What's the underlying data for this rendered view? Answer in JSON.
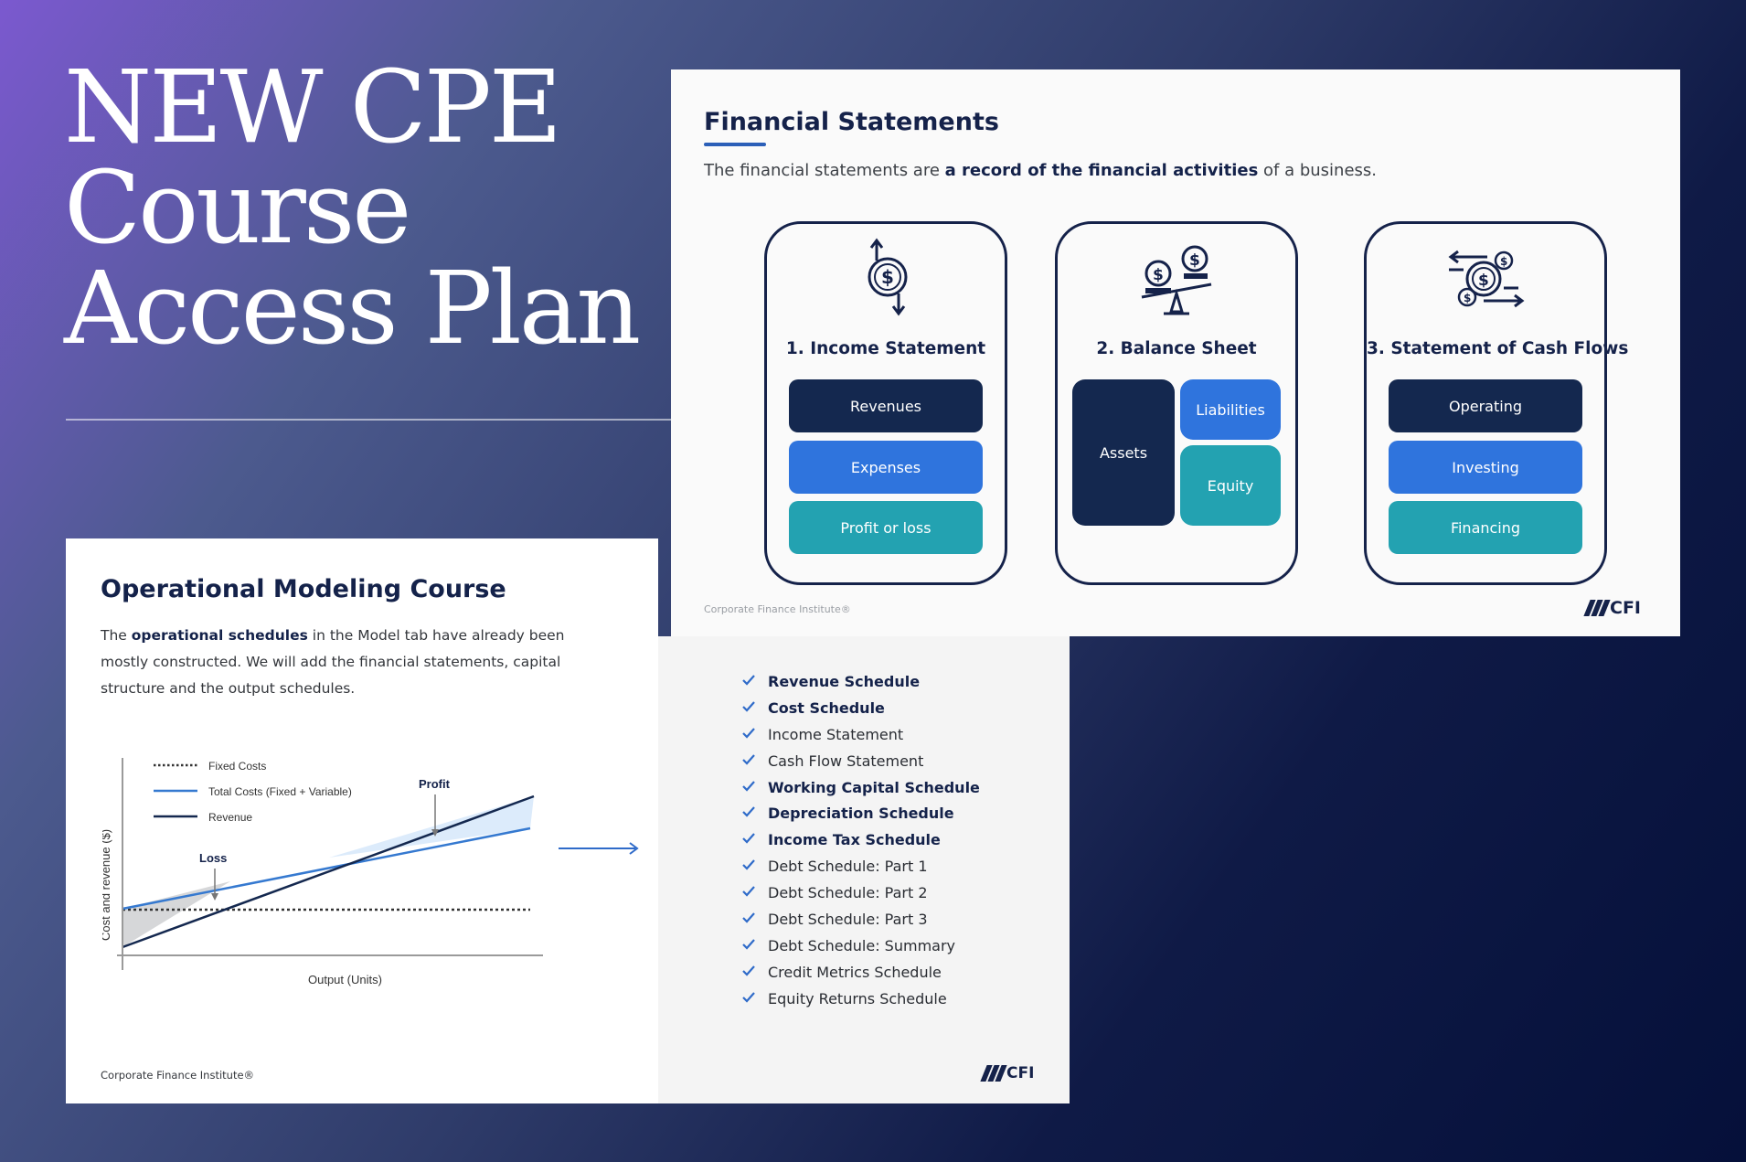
{
  "hero": {
    "title_lines": [
      "NEW CPE",
      "Course",
      "Access Plan"
    ]
  },
  "colors": {
    "navy": "#14284f",
    "blue": "#2f74dd",
    "teal": "#23a2b1",
    "text_dark": "#15224a"
  },
  "financial_statements_slide": {
    "title": "Financial Statements",
    "subtitle_pre": "The financial statements are ",
    "subtitle_bold": "a record of the financial activities",
    "subtitle_post": " of a business.",
    "cards": [
      {
        "icon": "income-updown-dollar-icon",
        "title": "1. Income Statement",
        "items": [
          "Revenues",
          "Expenses",
          "Profit or loss"
        ]
      },
      {
        "icon": "balance-scale-dollar-icon",
        "title": "2.  Balance Sheet",
        "left_item": "Assets",
        "right_items": [
          "Liabilities",
          "Equity"
        ]
      },
      {
        "icon": "cash-flow-arrows-icon",
        "title": "3. Statement of Cash Flows",
        "items": [
          "Operating",
          "Investing",
          "Financing"
        ]
      }
    ],
    "footer": "Corporate Finance Institute®",
    "logo_text": "CFI"
  },
  "operational_slide": {
    "title": "Operational Modeling Course",
    "body_pre": "The ",
    "body_bold": "operational schedules",
    "body_post": " in the Model tab have already been mostly constructed. We will add the financial statements, capital structure and the output schedules.",
    "footer": "Corporate Finance Institute®",
    "logo_text": "CFI",
    "chart": {
      "legend": [
        "Fixed Costs",
        "Total Costs (Fixed + Variable)",
        "Revenue"
      ],
      "ylabel": "Cost and revenue ($)",
      "xlabel": "Output (Units)",
      "annotation_loss": "Loss",
      "annotation_profit": "Profit"
    },
    "checklist": [
      {
        "label": "Revenue Schedule",
        "bold": true
      },
      {
        "label": "Cost Schedule",
        "bold": true
      },
      {
        "label": "Income Statement",
        "bold": false
      },
      {
        "label": "Cash Flow Statement",
        "bold": false
      },
      {
        "label": "Working Capital Schedule",
        "bold": true
      },
      {
        "label": "Depreciation Schedule",
        "bold": true
      },
      {
        "label": "Income Tax Schedule",
        "bold": true
      },
      {
        "label": "Debt Schedule: Part 1",
        "bold": false
      },
      {
        "label": "Debt Schedule: Part 2",
        "bold": false
      },
      {
        "label": "Debt Schedule: Part 3",
        "bold": false
      },
      {
        "label": "Debt Schedule: Summary",
        "bold": false
      },
      {
        "label": "Credit Metrics Schedule",
        "bold": false
      },
      {
        "label": "Equity Returns Schedule",
        "bold": false
      }
    ]
  }
}
